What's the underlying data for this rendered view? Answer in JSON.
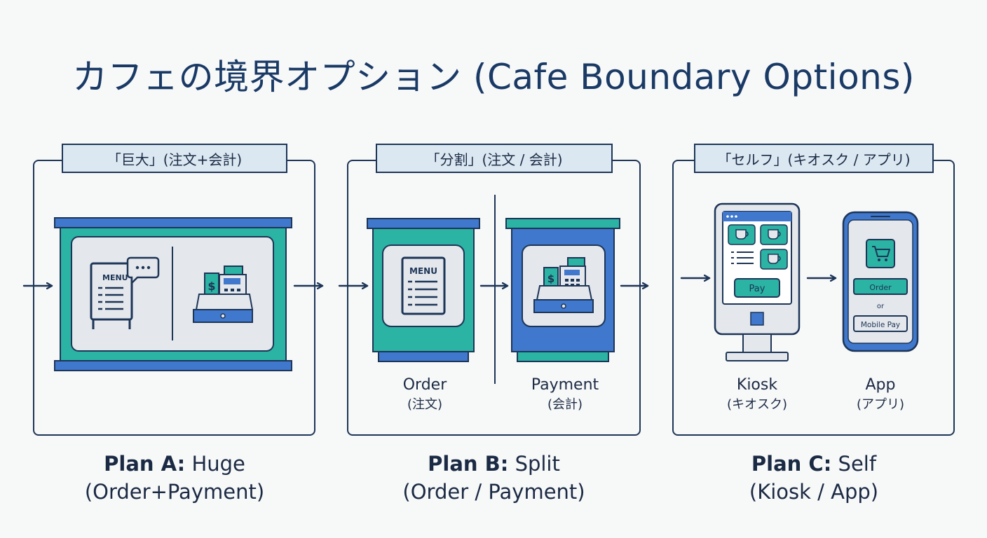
{
  "title": "カフェの境界オプション (Cafe Boundary Options)",
  "panels": [
    {
      "tag": "「巨大」(注文+会計)",
      "plan_prefix": "Plan A:",
      "plan_name": "Huge",
      "plan_sub": "(Order+Payment)",
      "menu_label": "MENU"
    },
    {
      "tag": "「分割」(注文 / 会計)",
      "plan_prefix": "Plan B:",
      "plan_name": "Split",
      "plan_sub": "(Order / Payment)",
      "menu_label": "MENU",
      "left_label": "Order",
      "left_label_jp": "(注文)",
      "right_label": "Payment",
      "right_label_jp": "(会計)"
    },
    {
      "tag": "「セルフ」(キオスク / アプリ)",
      "plan_prefix": "Plan C:",
      "plan_name": "Self",
      "plan_sub": "(Kiosk / App)",
      "kiosk_button": "Pay",
      "app_order_button": "Order",
      "app_or": "or",
      "app_mobile_pay": "Mobile Pay",
      "left_label": "Kiosk",
      "left_label_jp": "(キオスク)",
      "right_label": "App",
      "right_label_jp": "(アプリ)"
    }
  ],
  "colors": {
    "navy": "#1d3557",
    "teal": "#2bb3a3",
    "blue": "#3f78cc",
    "light_gray": "#e4e7ec",
    "tag_bg": "#dbe8f2"
  }
}
